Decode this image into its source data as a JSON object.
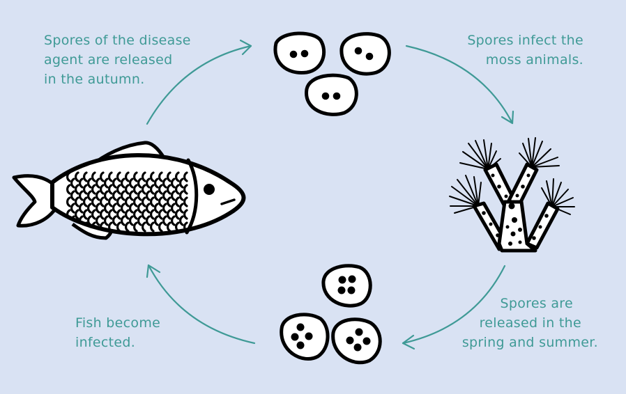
{
  "colors": {
    "background": "#d9e2f3",
    "text": "#3f9a96",
    "arrow": "#3f9a96",
    "ink": "#000000",
    "fill": "#ffffff"
  },
  "captions": {
    "autumn": [
      "Spores of the disease",
      "agent are released",
      "in the autumn."
    ],
    "infect_moss": [
      "Spores infect the",
      "moss animals."
    ],
    "spring_summer": [
      "Spores are",
      "released in the",
      "spring and summer."
    ],
    "fish_infected": [
      "Fish become",
      "infected."
    ]
  },
  "icons": {
    "fish": "fish-icon",
    "spores_two_dots": "spore-icon",
    "spores_four_dots": "spore-icon",
    "moss_animal": "moss-animal-icon",
    "arrows": "arrow-icon"
  }
}
